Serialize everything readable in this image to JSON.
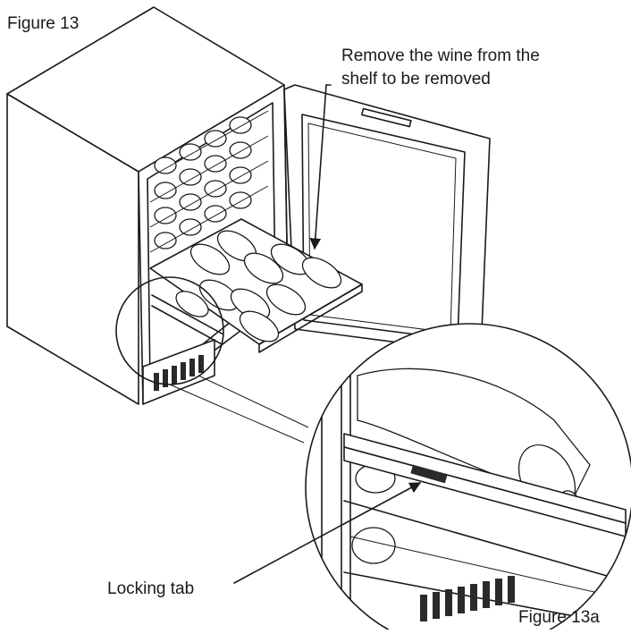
{
  "labels": {
    "figure_main": "Figure 13",
    "figure_detail": "Figure 13a",
    "instruction_line1": "Remove the wine from the",
    "instruction_line2": "shelf to be removed",
    "locking_tab": "Locking tab"
  }
}
